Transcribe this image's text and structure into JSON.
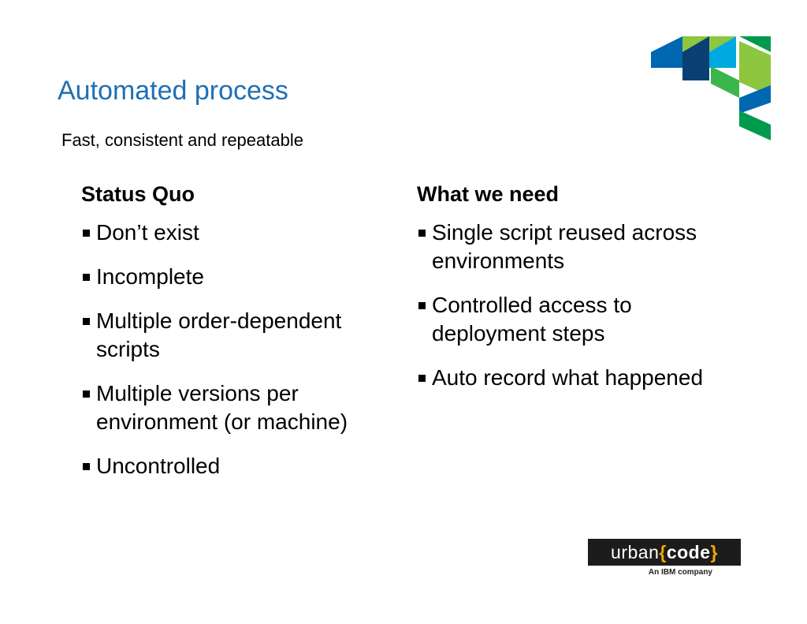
{
  "slide": {
    "title": "Automated process",
    "subtitle": "Fast, consistent and repeatable"
  },
  "status_quo": {
    "heading": "Status Quo",
    "items": [
      "Don’t exist",
      "Incomplete",
      "Multiple order-dependent scripts",
      "Multiple versions per environment (or machine)",
      "Uncontrolled"
    ]
  },
  "what_we_need": {
    "heading": "What we need",
    "items": [
      "Single script reused across environments",
      "Controlled access to deployment steps",
      "Auto record what happened"
    ]
  },
  "brand": {
    "word": "urban",
    "brace_open": "{",
    "code": "code",
    "brace_close": "}",
    "tagline": "An IBM company"
  },
  "colors": {
    "title": "#1f6fb5",
    "brand_brace": "#f2a900",
    "brand_background": "#1c1c1c"
  },
  "icons": {
    "logo_mark": "ibm-geometric-triangles-icon",
    "bullet": "square-bullet-icon"
  }
}
